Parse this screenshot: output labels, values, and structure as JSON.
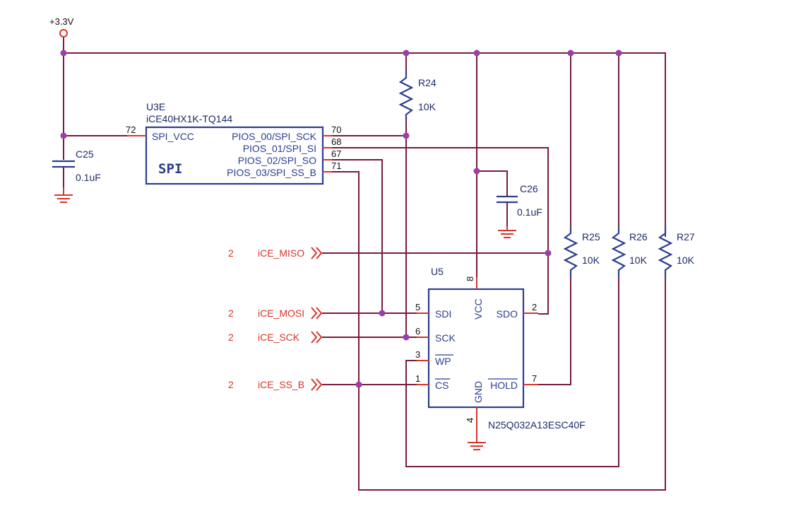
{
  "power": {
    "rail": "+3.3V"
  },
  "u3": {
    "ref": "U3E",
    "part": "iCE40HX1K-TQ144",
    "block": "SPI",
    "pins": [
      {
        "num": "72",
        "name": "SPI_VCC"
      },
      {
        "num": "70",
        "name": "PIOS_00/SPI_SCK"
      },
      {
        "num": "68",
        "name": "PIOS_01/SPI_SI"
      },
      {
        "num": "67",
        "name": "PIOS_02/SPI_SO"
      },
      {
        "num": "71",
        "name": "PIOS_03/SPI_SS_B"
      }
    ]
  },
  "u5": {
    "ref": "U5",
    "part": "N25Q032A13ESC40F",
    "pins": [
      {
        "num": "8",
        "name": "VCC"
      },
      {
        "num": "5",
        "name": "SDI"
      },
      {
        "num": "6",
        "name": "SCK"
      },
      {
        "num": "3",
        "name": "WP"
      },
      {
        "num": "1",
        "name": "CS"
      },
      {
        "num": "2",
        "name": "SDO"
      },
      {
        "num": "7",
        "name": "HOLD"
      },
      {
        "num": "4",
        "name": "GND"
      }
    ]
  },
  "resistors": [
    {
      "ref": "R24",
      "value": "10K"
    },
    {
      "ref": "R25",
      "value": "10K"
    },
    {
      "ref": "R26",
      "value": "10K"
    },
    {
      "ref": "R27",
      "value": "10K"
    }
  ],
  "capacitors": [
    {
      "ref": "C25",
      "value": "0.1uF"
    },
    {
      "ref": "C26",
      "value": "0.1uF"
    }
  ],
  "nets": [
    {
      "sheet": "2",
      "name": "iCE_MISO"
    },
    {
      "sheet": "2",
      "name": "iCE_MOSI"
    },
    {
      "sheet": "2",
      "name": "iCE_SCK"
    },
    {
      "sheet": "2",
      "name": "iCE_SS_B"
    }
  ]
}
